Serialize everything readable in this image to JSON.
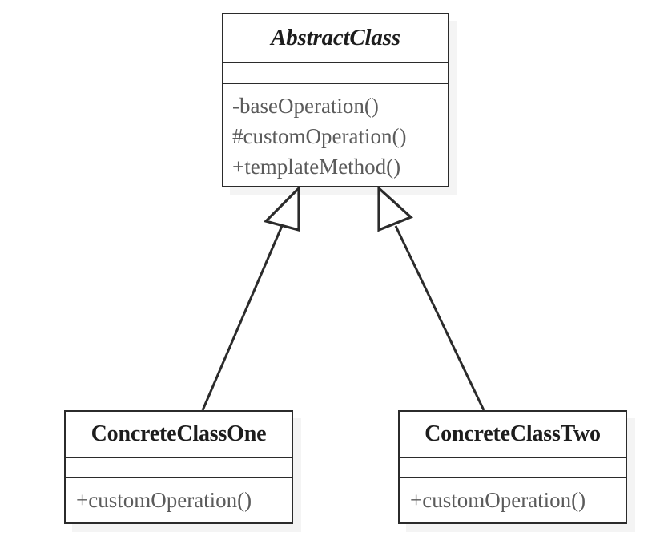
{
  "diagram": {
    "type": "uml-class-diagram",
    "pattern": "Template Method",
    "background_color": "#ffffff",
    "stroke_color": "#2b2b2b",
    "name_text_color": "#1d1d1d",
    "member_text_color": "#5b5b5b",
    "shadow_color": "rgba(0,0,0,0.045)"
  },
  "classes": [
    {
      "id": "abstract-class",
      "name": "AbstractClass",
      "stereotype": "abstract",
      "attributes": [],
      "operations": [
        "-baseOperation()",
        "#customOperation()",
        "+templateMethod()"
      ]
    },
    {
      "id": "concrete-class-one",
      "name": "ConcreteClassOne",
      "stereotype": "concrete",
      "attributes": [],
      "operations": [
        "+customOperation()"
      ]
    },
    {
      "id": "concrete-class-two",
      "name": "ConcreteClassTwo",
      "stereotype": "concrete",
      "attributes": [],
      "operations": [
        "+customOperation()"
      ]
    }
  ],
  "relationships": [
    {
      "id": "generalization-one",
      "type": "generalization",
      "arrow": "hollow-triangle",
      "from": "ConcreteClassOne",
      "to": "AbstractClass"
    },
    {
      "id": "generalization-two",
      "type": "generalization",
      "arrow": "hollow-triangle",
      "from": "ConcreteClassTwo",
      "to": "AbstractClass"
    }
  ]
}
